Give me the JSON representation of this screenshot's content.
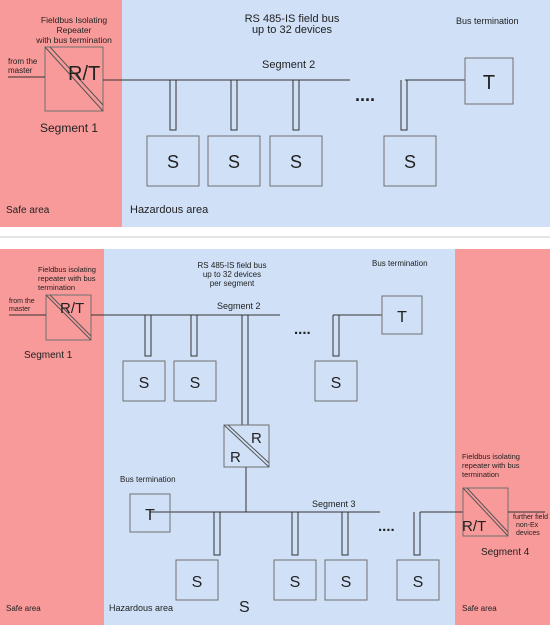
{
  "colors": {
    "safe": "#f99a9a",
    "hazard": "#cfe0f7",
    "divider": "#c8c8c8"
  },
  "top": {
    "repeater_label": "R/T",
    "repeater_caption": [
      "Fieldbus Isolating",
      "Repeater",
      "with bus termination"
    ],
    "from_master": [
      "from the",
      "master"
    ],
    "bus_title": [
      "RS 485-IS field bus",
      "up to 32 devices"
    ],
    "bus_termination": "Bus termination",
    "segment1": "Segment 1",
    "segment2": "Segment 2",
    "dots": "....",
    "terminator": "T",
    "slave": "S",
    "safe_area": "Safe area",
    "hazardous_area": "Hazardous area"
  },
  "bottom": {
    "repeater_left_label": "R/T",
    "repeater_left_caption": [
      "Fieldbus isolating",
      "repeater with bus",
      "termination"
    ],
    "from_master": [
      "from the",
      "master"
    ],
    "bus_title": [
      "RS 485-IS field bus",
      "up to 32 devices",
      "per segment"
    ],
    "bus_termination_top": "Bus termination",
    "bus_termination_left": "Bus termination",
    "segment1": "Segment 1",
    "segment2": "Segment 2",
    "segment3": "Segment 3",
    "segment4": "Segment 4",
    "mid_repeater_r1": "R",
    "mid_repeater_r2": "R",
    "repeater_right_label": "R/T",
    "repeater_right_caption": [
      "Fieldbus isolating",
      "repeater with bus",
      "termination"
    ],
    "further_devices": [
      "further field",
      "non-Ex",
      "devices"
    ],
    "dots": "....",
    "terminator": "T",
    "slave": "S",
    "stray_s": "S",
    "safe_area_left": "Safe area",
    "safe_area_right": "Safe area",
    "hazardous_area": "Hazardous area"
  }
}
